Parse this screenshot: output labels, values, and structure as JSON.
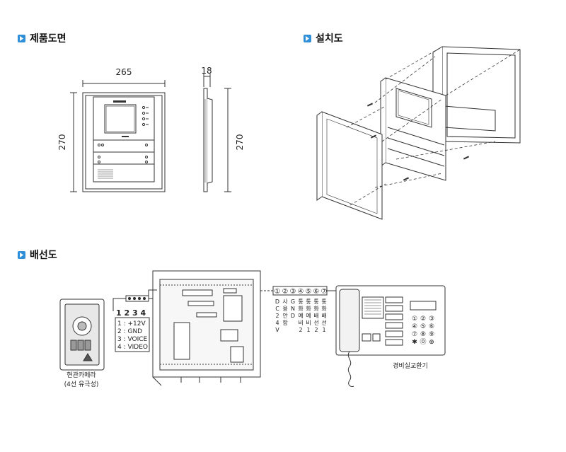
{
  "sections": {
    "product_drawing": "제품도면",
    "installation": "설치도",
    "wiring": "배선도"
  },
  "dimensions": {
    "width": "265",
    "height": "270",
    "depth": "18",
    "side_height": "270"
  },
  "wiring": {
    "camera_label_1": "현관카메라",
    "camera_label_2": "(4선 유극성)",
    "connector_pins": "1 2 3 4",
    "pin_list": [
      "1 : +12V",
      "2 : GND",
      "3 : VOICE",
      "4 : VIDEO"
    ],
    "terminal_numbers": [
      "①",
      "②",
      "③",
      "④",
      "⑤",
      "⑥",
      "⑦"
    ],
    "terminal_labels": [
      [
        "D",
        "C",
        "2",
        "4",
        "V"
      ],
      [
        "사",
        "용",
        "안",
        "함"
      ],
      [
        "G",
        "N",
        "D"
      ],
      [
        "통",
        "화",
        "예",
        "비",
        "2"
      ],
      [
        "통",
        "화",
        "예",
        "비",
        "1"
      ],
      [
        "통",
        "화",
        "배",
        "선",
        "2"
      ],
      [
        "통",
        "화",
        "배",
        "선",
        "1"
      ]
    ],
    "guard_label": "경비실교환기",
    "guard_keys": [
      "①",
      "②",
      "③",
      "④",
      "⑤",
      "⑥",
      "⑦",
      "⑧",
      "⑨",
      "✱",
      "⓪",
      "⊕"
    ]
  }
}
